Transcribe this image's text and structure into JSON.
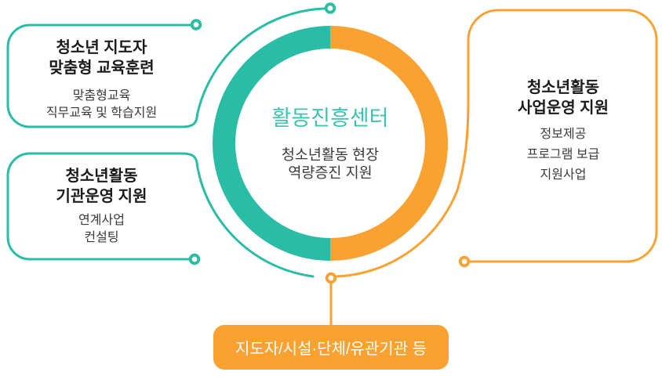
{
  "colors": {
    "teal": "#29bda6",
    "orange": "#f9a232",
    "title_teal": "#3cc4ae",
    "heading_text": "#1b1b1b",
    "body_text": "#3b3b3b",
    "bottom_box_text": "#ffffff"
  },
  "center": {
    "title": "활동진흥센터",
    "subtitle_lines": [
      "청소년활동 현장",
      "역량증진 지원"
    ]
  },
  "boxes": {
    "top_left": {
      "title_lines": [
        "청소년 지도자",
        "맞춤형 교육훈련"
      ],
      "body_lines": [
        "맞춤형교육",
        "직무교육 및 학습지원"
      ]
    },
    "bottom_left": {
      "title_lines": [
        "청소년활동",
        "기관운영 지원"
      ],
      "body_lines": [
        "연계사업",
        "컨설팅"
      ]
    },
    "right": {
      "title_lines": [
        "청소년활동",
        "사업운영 지원"
      ],
      "body_lines": [
        "정보제공",
        "프로그램 보급",
        "지원사업"
      ]
    },
    "bottom": {
      "label": "지도자/시설·단체/유관기관 등"
    }
  }
}
